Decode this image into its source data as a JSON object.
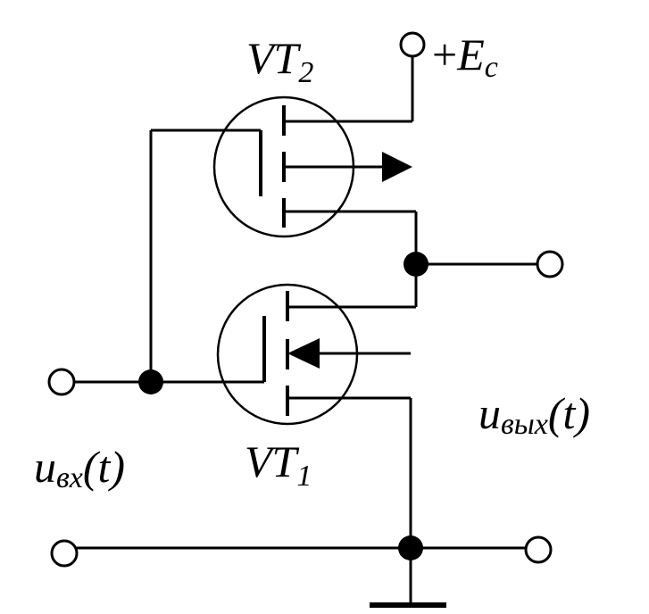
{
  "labels": {
    "vt2": {
      "main": "VT",
      "sub": "2"
    },
    "vt1": {
      "main": "VT",
      "sub": "1"
    },
    "supply": {
      "sign": "+",
      "main": "E",
      "sub": "c"
    },
    "input": {
      "main": "u",
      "sub": "вх",
      "arg": "(t)"
    },
    "output": {
      "main": "u",
      "sub": "вых",
      "arg": "(t)"
    }
  }
}
